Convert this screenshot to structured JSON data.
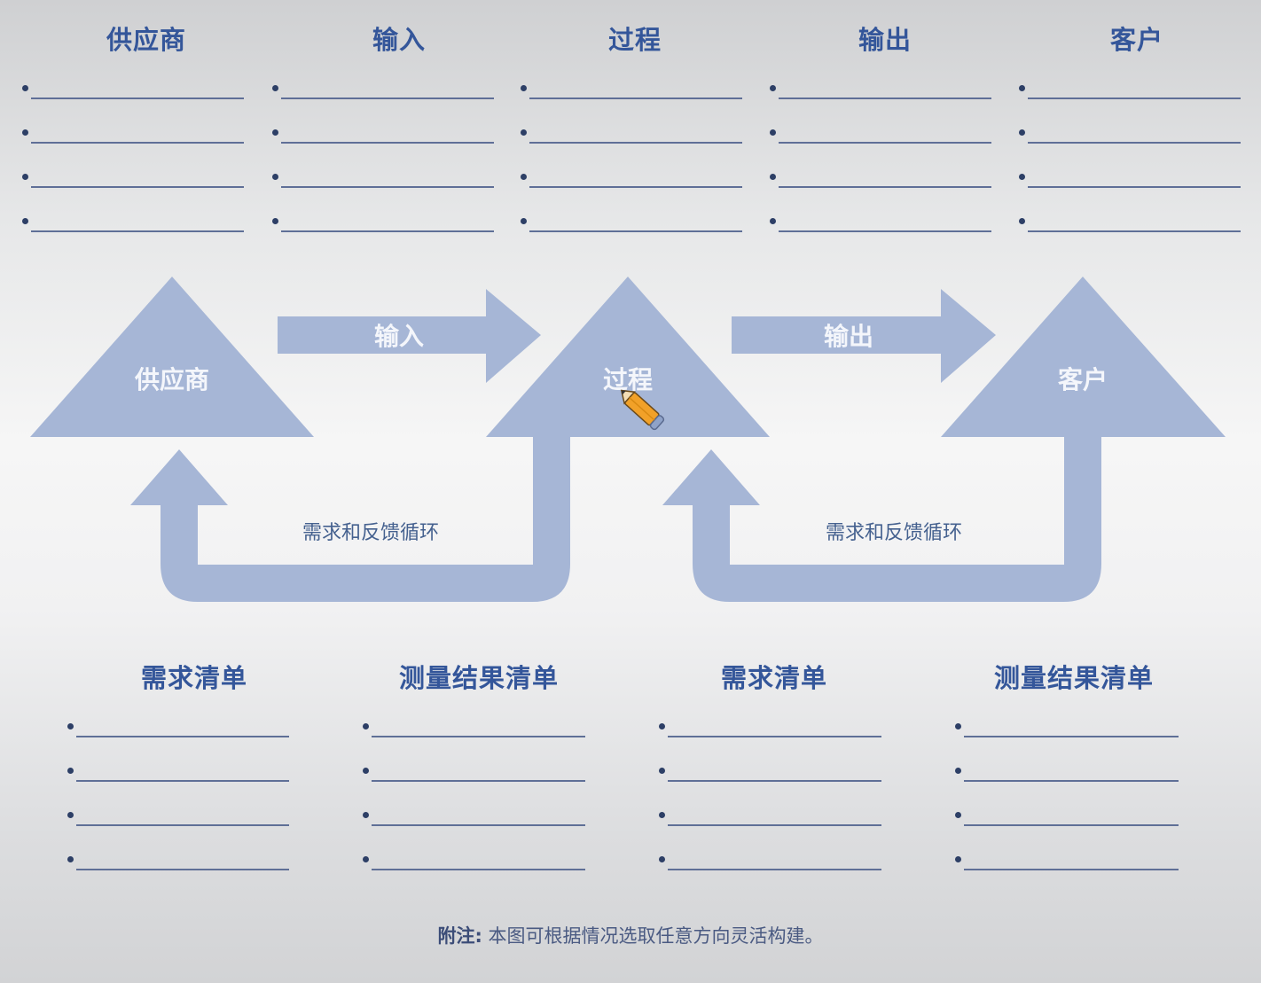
{
  "top_columns": [
    {
      "id": "supplier",
      "title": "供应商"
    },
    {
      "id": "input",
      "title": "输入"
    },
    {
      "id": "process",
      "title": "过程"
    },
    {
      "id": "output",
      "title": "输出"
    },
    {
      "id": "customer",
      "title": "客户"
    }
  ],
  "diagram": {
    "supplier_label": "供应商",
    "process_label": "过程",
    "customer_label": "客户",
    "input_arrow_label": "输入",
    "output_arrow_label": "输出",
    "loop_left_label": "需求和反馈循环",
    "loop_right_label": "需求和反馈循环",
    "shape_fill": "#a6b6d6",
    "text_color": "#f4f6fb"
  },
  "bottom_columns": [
    {
      "id": "req1",
      "title": "需求清单"
    },
    {
      "id": "meas1",
      "title": "测量结果清单"
    },
    {
      "id": "req2",
      "title": "需求清单"
    },
    {
      "id": "meas2",
      "title": "测量结果清单"
    }
  ],
  "note": {
    "prefix": "附注:",
    "text": "本图可根据情况选取任意方向灵活构建。"
  },
  "cursor_icon": "pencil-icon",
  "colors": {
    "heading": "#34569a",
    "shape": "#a6b6d6",
    "line": "#5f6f97"
  }
}
